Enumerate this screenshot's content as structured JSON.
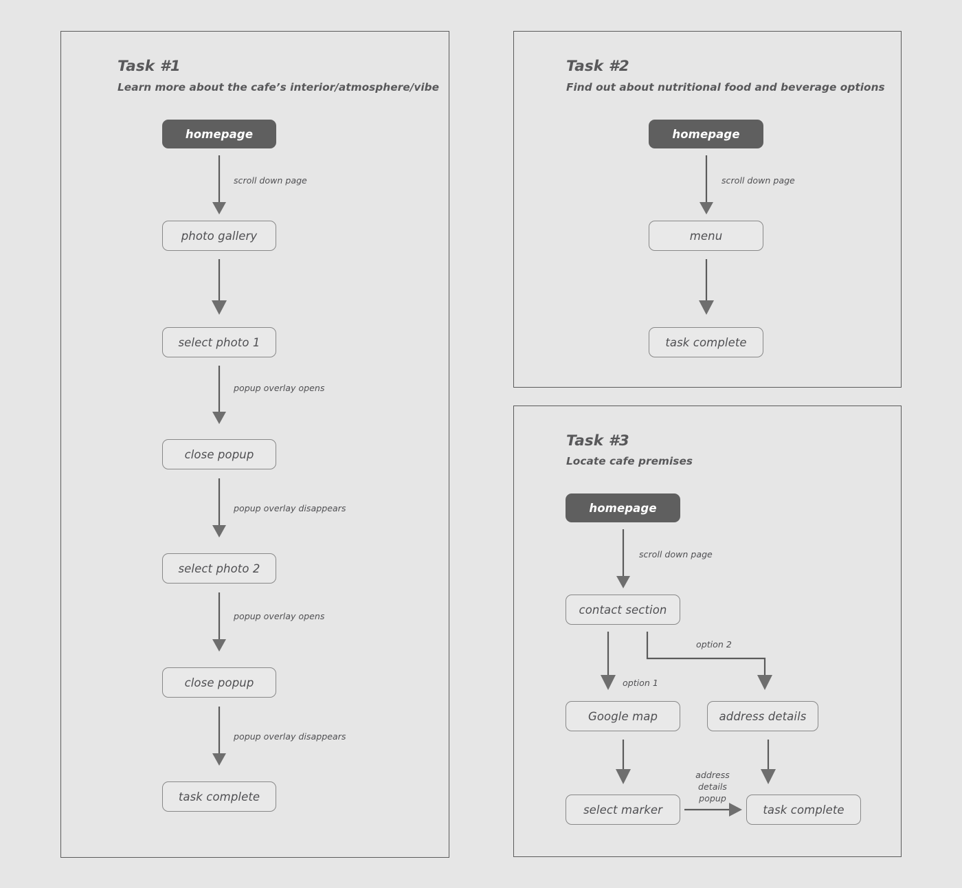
{
  "page": {
    "background_color": "#e6e6e6",
    "node_fill_color": "#e9e9e9",
    "node_border_color": "#888888",
    "start_node_fill_color": "#5f5f5f",
    "text_color": "#58585a",
    "arrow_color": "#5a5a5a"
  },
  "tasks": [
    {
      "id": "task-1",
      "title": "Task #1",
      "subtitle": "Learn more about the cafe’s interior/atmosphere/vibe",
      "nodes": [
        {
          "label": "homepage",
          "type": "start"
        },
        {
          "label": "photo gallery",
          "type": "step"
        },
        {
          "label": "select photo 1",
          "type": "step"
        },
        {
          "label": "close popup",
          "type": "step"
        },
        {
          "label": "select photo 2",
          "type": "step"
        },
        {
          "label": "close popup",
          "type": "step"
        },
        {
          "label": "task complete",
          "type": "end"
        }
      ],
      "edges": [
        {
          "from": "homepage",
          "to": "photo gallery",
          "label": "scroll down page"
        },
        {
          "from": "photo gallery",
          "to": "select photo 1",
          "label": ""
        },
        {
          "from": "select photo 1",
          "to": "close popup",
          "label": "popup overlay opens"
        },
        {
          "from": "close popup",
          "to": "select photo 2",
          "label": "popup overlay disappears"
        },
        {
          "from": "select photo 2",
          "to": "close popup",
          "label": "popup overlay opens"
        },
        {
          "from": "close popup",
          "to": "task complete",
          "label": "popup overlay disappears"
        }
      ]
    },
    {
      "id": "task-2",
      "title": "Task #2",
      "subtitle": "Find out about nutritional food and beverage options",
      "nodes": [
        {
          "label": "homepage",
          "type": "start"
        },
        {
          "label": "menu",
          "type": "step"
        },
        {
          "label": "task complete",
          "type": "end"
        }
      ],
      "edges": [
        {
          "from": "homepage",
          "to": "menu",
          "label": "scroll down page"
        },
        {
          "from": "menu",
          "to": "task complete",
          "label": ""
        }
      ]
    },
    {
      "id": "task-3",
      "title": "Task #3",
      "subtitle": "Locate cafe premises",
      "nodes": [
        {
          "label": "homepage",
          "type": "start"
        },
        {
          "label": "contact section",
          "type": "step"
        },
        {
          "label": "Google map",
          "type": "step"
        },
        {
          "label": "address details",
          "type": "step"
        },
        {
          "label": "select marker",
          "type": "step"
        },
        {
          "label": "task complete",
          "type": "end"
        }
      ],
      "edges": [
        {
          "from": "homepage",
          "to": "contact section",
          "label": "scroll down page"
        },
        {
          "from": "contact section",
          "to": "Google map",
          "label": "option 1"
        },
        {
          "from": "contact section",
          "to": "address details",
          "label": "option 2"
        },
        {
          "from": "Google map",
          "to": "select marker",
          "label": ""
        },
        {
          "from": "address details",
          "to": "task complete",
          "label": ""
        },
        {
          "from": "select marker",
          "to": "task complete",
          "label": "address details popup"
        }
      ]
    }
  ],
  "labels": {
    "t1": {
      "title": "Task #1",
      "subtitle": "Learn more about the cafe’s interior/atmosphere/vibe",
      "n0": "homepage",
      "n1": "photo gallery",
      "n2": "select photo 1",
      "n3": "close popup",
      "n4": "select photo 2",
      "n5": "close popup",
      "n6": "task complete",
      "e0": "scroll down page",
      "e2": "popup overlay opens",
      "e3": "popup overlay disappears",
      "e4": "popup overlay opens",
      "e5": "popup overlay disappears"
    },
    "t2": {
      "title": "Task #2",
      "subtitle": "Find out about nutritional food and beverage options",
      "n0": "homepage",
      "n1": "menu",
      "n2": "task complete",
      "e0": "scroll down page"
    },
    "t3": {
      "title": "Task #3",
      "subtitle": "Locate cafe premises",
      "n0": "homepage",
      "n1": "contact section",
      "n2": "Google map",
      "n3": "address details",
      "n4": "select marker",
      "n5": "task complete",
      "e0": "scroll down page",
      "e1": "option 1",
      "e2": "option 2",
      "e5a": "address details",
      "e5b": "popup"
    }
  }
}
